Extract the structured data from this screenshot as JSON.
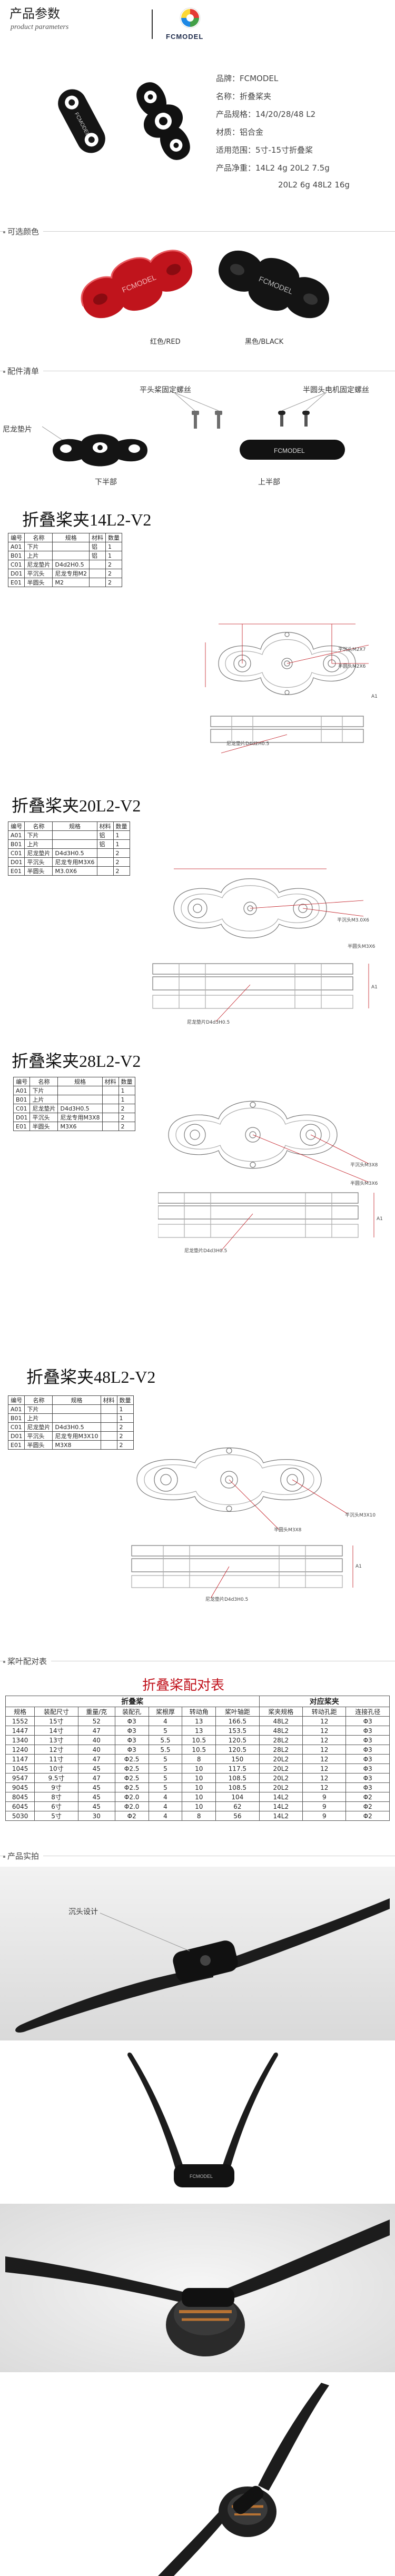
{
  "header": {
    "title": "产品参数",
    "subtitle": "product parameters",
    "brand": "FCMODEL"
  },
  "specs": [
    "品牌：FCMODEL",
    "名称：折叠桨夹",
    "产品规格：14/20/28/48 L2",
    "材质：铝合金",
    "适用范围：5寸-15寸折叠桨",
    "产品净重：14L2  4g  20L2  7.5g",
    "20L2  6g  48L2  16g"
  ],
  "sections": {
    "colors": "可选颜色",
    "accessories": "配件清单",
    "matching": "桨叶配对表",
    "photos": "产品实拍"
  },
  "color_options": [
    {
      "label": "红色/RED",
      "hex": "#c0141c"
    },
    {
      "label": "黑色/BLACK",
      "hex": "#1a1a1a"
    }
  ],
  "accessories": {
    "screw_left": "平头桨固定螺丝",
    "screw_right": "半圆头电机固定螺丝",
    "spacer": "尼龙垫片",
    "lower": "下半部",
    "upper": "上半部"
  },
  "drawings": [
    {
      "title": "折叠桨夹14L2-V2",
      "headers": [
        "编号",
        "名称",
        "规格",
        "材料",
        "数量"
      ],
      "rows": [
        [
          "A01",
          "下片",
          "",
          "铝",
          "1"
        ],
        [
          "B01",
          "上片",
          "",
          "铝",
          "1"
        ],
        [
          "C01",
          "尼龙垫片",
          "D4d2H0.5",
          "",
          "2"
        ],
        [
          "D01",
          "平沉头",
          "尼龙专用M2",
          "",
          "2"
        ],
        [
          "E01",
          "半圆头",
          "M2",
          "",
          "2"
        ]
      ],
      "notes": [
        "平沉头M2X7",
        "半圆头M2X6",
        "尼龙垫片D4d2H0.5",
        "A1"
      ]
    },
    {
      "title": "折叠桨夹20L2-V2",
      "headers": [
        "编号",
        "名称",
        "规格",
        "材料",
        "数量"
      ],
      "rows": [
        [
          "A01",
          "下片",
          "",
          "铝",
          "1"
        ],
        [
          "B01",
          "上片",
          "",
          "铝",
          "1"
        ],
        [
          "C01",
          "尼龙垫片",
          "D4d3H0.5",
          "",
          "2"
        ],
        [
          "D01",
          "平沉头",
          "尼龙专用M3X6",
          "",
          "2"
        ],
        [
          "E01",
          "半圆头",
          "M3.0X6",
          "",
          "2"
        ]
      ],
      "notes": [
        "平沉头M3.0X6",
        "半圆头M3X6",
        "尼龙垫片D4d3H0.5",
        "A1"
      ]
    },
    {
      "title": "折叠桨夹28L2-V2",
      "headers": [
        "编号",
        "名称",
        "规格",
        "材料",
        "数量"
      ],
      "rows": [
        [
          "A01",
          "下片",
          "",
          "",
          "1"
        ],
        [
          "B01",
          "上片",
          "",
          "",
          "1"
        ],
        [
          "C01",
          "尼龙垫片",
          "D4d3H0.5",
          "",
          "2"
        ],
        [
          "D01",
          "平沉头",
          "尼龙专用M3X8",
          "",
          "2"
        ],
        [
          "E01",
          "半圆头",
          "M3X6",
          "",
          "2"
        ]
      ],
      "notes": [
        "平沉头M3X8",
        "半圆头M3X6",
        "尼龙垫片D4d3H0.5",
        "A1"
      ]
    },
    {
      "title": "折叠桨夹48L2-V2",
      "headers": [
        "编号",
        "名称",
        "规格",
        "材料",
        "数量"
      ],
      "rows": [
        [
          "A01",
          "下片",
          "",
          "",
          "1"
        ],
        [
          "B01",
          "上片",
          "",
          "",
          "1"
        ],
        [
          "C01",
          "尼龙垫片",
          "D4d3H0.5",
          "",
          "2"
        ],
        [
          "D01",
          "平沉头",
          "尼龙专用M3X10",
          "",
          "2"
        ],
        [
          "E01",
          "半圆头",
          "M3X8",
          "",
          "2"
        ]
      ],
      "notes": [
        "平沉头M3X10",
        "半圆头M3X8",
        "尼龙垫片D4d3H0.5",
        "A1"
      ]
    }
  ],
  "match_table": {
    "title": "折叠桨配对表",
    "group_left": "折叠桨",
    "group_right": "对应桨夹",
    "headers": [
      "规格",
      "装配尺寸",
      "重量/克",
      "装配孔",
      "桨根厚",
      "转动角",
      "桨叶轴距",
      "桨夹规格",
      "转动孔距",
      "连接孔径"
    ],
    "rows": [
      [
        "1552",
        "15寸",
        "52",
        "Φ3",
        "4",
        "13",
        "166.5",
        "48L2",
        "12",
        "Φ3"
      ],
      [
        "1447",
        "14寸",
        "47",
        "Φ3",
        "5",
        "13",
        "153.5",
        "48L2",
        "12",
        "Φ3"
      ],
      [
        "1340",
        "13寸",
        "40",
        "Φ3",
        "5.5",
        "10.5",
        "120.5",
        "28L2",
        "12",
        "Φ3"
      ],
      [
        "1240",
        "12寸",
        "40",
        "Φ3",
        "5.5",
        "10.5",
        "120.5",
        "28L2",
        "12",
        "Φ3"
      ],
      [
        "1147",
        "11寸",
        "47",
        "Φ2.5",
        "5",
        "8",
        "150",
        "20L2",
        "12",
        "Φ3"
      ],
      [
        "1045",
        "10寸",
        "45",
        "Φ2.5",
        "5",
        "10",
        "117.5",
        "20L2",
        "12",
        "Φ3"
      ],
      [
        "9547",
        "9.5寸",
        "47",
        "Φ2.5",
        "5",
        "10",
        "108.5",
        "20L2",
        "12",
        "Φ3"
      ],
      [
        "9045",
        "9寸",
        "45",
        "Φ2.5",
        "5",
        "10",
        "108.5",
        "20L2",
        "12",
        "Φ3"
      ],
      [
        "8045",
        "8寸",
        "45",
        "Φ2.0",
        "4",
        "10",
        "104",
        "14L2",
        "9",
        "Φ2"
      ],
      [
        "6045",
        "6寸",
        "45",
        "Φ2.0",
        "4",
        "10",
        "62",
        "14L2",
        "9",
        "Φ2"
      ],
      [
        "5030",
        "5寸",
        "30",
        "Φ2",
        "4",
        "8",
        "56",
        "14L2",
        "9",
        "Φ2"
      ]
    ]
  },
  "photos": {
    "note": "沉头设计"
  }
}
